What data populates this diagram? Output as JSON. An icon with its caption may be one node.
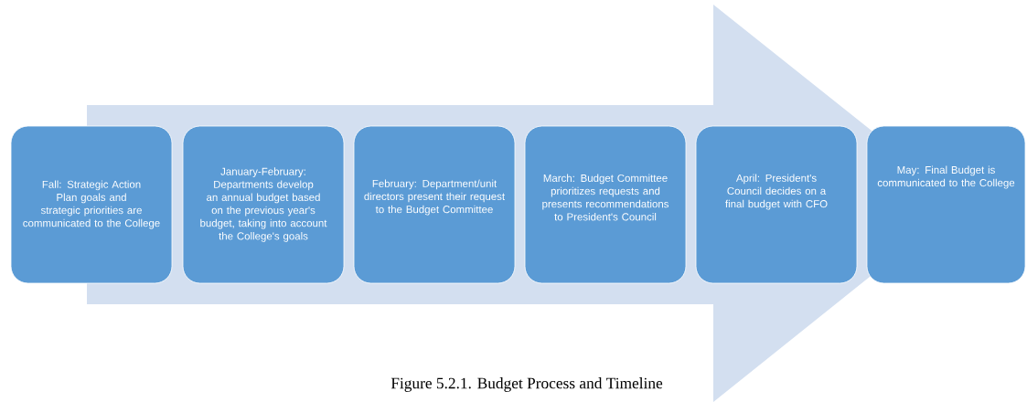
{
  "diagram": {
    "caption": "Figure 5.2.1. Budget Process and Timeline",
    "nodes": [
      {
        "text": [
          "Fall: Strategic Action Plan goals and strategic priorities are communicated to the College"
        ]
      },
      {
        "text": [
          "January-February: Departments develop an annual budget based on the previous year's budget, taking into account the College's goals"
        ]
      },
      {
        "text": [
          "February: Department/unit directors present their request to the Budget Committee"
        ]
      },
      {
        "text": [
          "March: Budget Committee prioritizes requests and presents recommendations to President's Council"
        ]
      },
      {
        "text": [
          "April: President's Council decides on a final budget with CFO"
        ]
      },
      {
        "text": [
          "May: Final Budget is communicated to the College"
        ]
      }
    ],
    "edges": [
      {
        "from": 0,
        "to": 5,
        "arrow": "to"
      }
    ]
  }
}
